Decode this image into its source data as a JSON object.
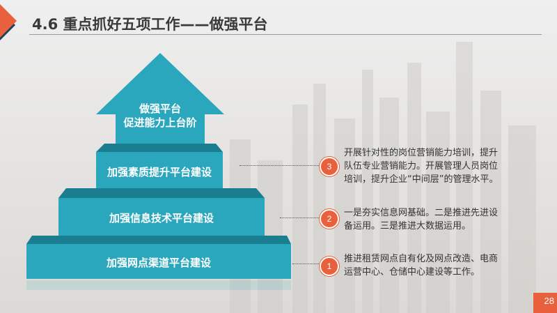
{
  "header": {
    "title": "4.6 重点抓好五项工作——做强平台"
  },
  "pyramid": {
    "arrow_line1": "做强平台",
    "arrow_line2": "促进能力上台阶",
    "tiers": [
      {
        "label": "加强素质提升平台建设"
      },
      {
        "label": "加强信息技术平台建设"
      },
      {
        "label": "加强网点渠道平台建设"
      }
    ]
  },
  "items": [
    {
      "number": "3",
      "lines": [
        "开展针对性的岗位营销能力培训，提升",
        "队伍专业营销能力。开展管理人员岗位",
        "培训，提升企业“中间层”的管理水平。"
      ]
    },
    {
      "number": "2",
      "lines": [
        "一是夯实信息网基础。二是推进先进设",
        "备运用。三是推进大数据运用。"
      ]
    },
    {
      "number": "1",
      "lines": [
        "推进租赁网点自有化及网点改造、电商",
        "运营中心、仓储中心建设等工作。"
      ]
    }
  ],
  "footer": {
    "page_number": "28"
  },
  "colors": {
    "teal": "#2aa7bd",
    "teal_dark": "#1b7d90",
    "accent": "#e8603c",
    "navy": "#1f3f5f"
  }
}
